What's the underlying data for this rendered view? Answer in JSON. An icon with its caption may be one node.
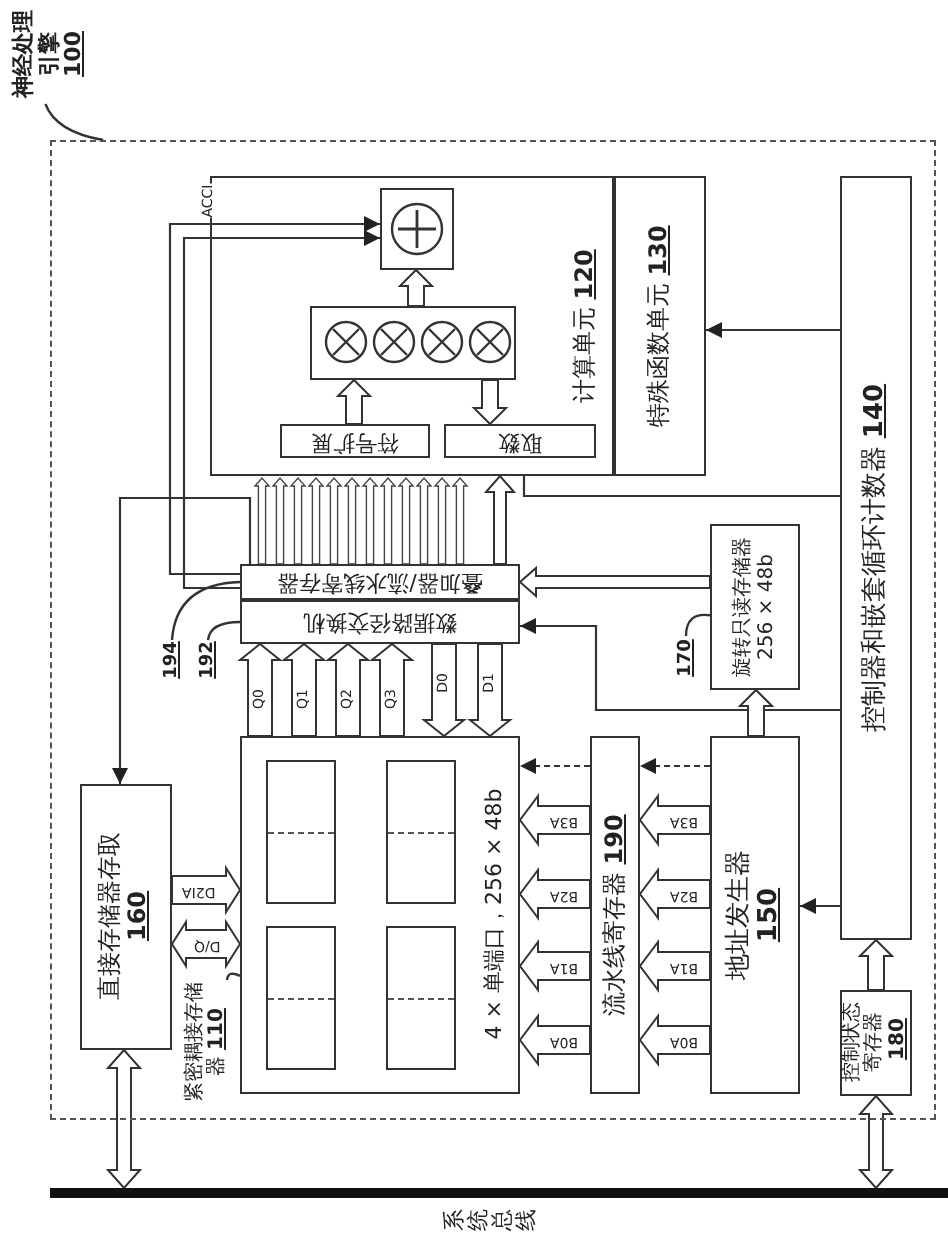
{
  "diagram": {
    "nodes": [
      {
        "text": [
          "神经处理引擎",
          "100"
        ]
      },
      {
        "text": [],
        "shape": "box"
      },
      {
        "text": [
          "计算单元",
          "120"
        ],
        "in": 1
      },
      {
        "text": [],
        "shape": "box",
        "in": 2
      },
      {
        "text": [],
        "shape": "box",
        "in": 2
      },
      {
        "text": [
          "符号扩展"
        ],
        "in": 2
      },
      {
        "text": [
          "取数"
        ],
        "in": 2
      },
      {
        "text": [
          "特殊函数单元",
          "130"
        ],
        "in": 1
      },
      {
        "text": [
          "控制器和嵌套循环计数器",
          "140"
        ],
        "in": 1
      },
      {
        "text": [
          "叠加器/流水线寄存器"
        ],
        "in": 1
      },
      {
        "text": [
          "数据路径交换机"
        ],
        "in": 1
      },
      {
        "text": [
          "旋转只读存储器",
          "256 × 48b"
        ],
        "in": 1
      },
      {
        "text": [
          "194"
        ],
        "in": 1
      },
      {
        "text": [
          "192"
        ],
        "in": 1
      },
      {
        "text": [
          "170"
        ],
        "in": 1
      },
      {
        "text": [
          "流水线寄存器",
          "190"
        ],
        "in": 1
      },
      {
        "text": [
          "地址发生器",
          "150"
        ],
        "in": 1
      },
      {
        "text": [
          "4 × 单端口，256 × 48b"
        ],
        "in": 1
      },
      {
        "text": [],
        "shape": "box",
        "in": 17
      },
      {
        "text": [],
        "shape": "box",
        "in": 17
      },
      {
        "text": [],
        "shape": "box",
        "in": 17
      },
      {
        "text": [],
        "shape": "box",
        "in": 17
      },
      {
        "text": [
          "直接存储器存取",
          "160"
        ],
        "in": 1
      },
      {
        "text": [
          "紧密耦接存储器",
          "110"
        ],
        "in": 1
      },
      {
        "text": [
          "控制状态寄存器",
          "180"
        ],
        "in": 1
      },
      {
        "text": [
          "系统总线"
        ]
      }
    ],
    "edges": [
      {
        "from": 0,
        "to": 1,
        "arrow": "none"
      },
      {
        "from": 4,
        "to": 3,
        "arrow": "to",
        "style": "thick"
      },
      {
        "from": 5,
        "to": 4,
        "arrow": "to",
        "style": "thick"
      },
      {
        "from": 4,
        "to": 6,
        "arrow": "to",
        "style": "thick"
      },
      {
        "from": 9,
        "to": 2,
        "arrow": "to",
        "style": "thick"
      },
      {
        "from": 9,
        "to": 3,
        "arrow": "to"
      },
      {
        "from": 9,
        "to": 3,
        "arrow": "to"
      },
      {
        "from": 9,
        "to": 22,
        "arrow": "to"
      },
      {
        "from": 8,
        "to": 7,
        "arrow": "to"
      },
      {
        "from": 8,
        "to": 2,
        "arrow": "none"
      },
      {
        "from": 8,
        "to": 10,
        "arrow": "to"
      },
      {
        "from": 11,
        "to": 9,
        "arrow": "to",
        "style": "thick"
      },
      {
        "from": 16,
        "to": 11,
        "arrow": "to",
        "style": "thick"
      },
      {
        "from": 8,
        "to": 16,
        "arrow": "to"
      },
      {
        "from": 12,
        "to": 9,
        "arrow": "none"
      },
      {
        "from": 13,
        "to": 10,
        "arrow": "none"
      },
      {
        "from": 14,
        "to": 11,
        "arrow": "none"
      },
      {
        "from": 23,
        "to": 17,
        "arrow": "none"
      },
      {
        "from": 16,
        "to": 15,
        "arrow": "to",
        "style": "thick",
        "label": "B3A"
      },
      {
        "from": 16,
        "to": 15,
        "arrow": "to",
        "style": "thick",
        "label": "B2A"
      },
      {
        "from": 16,
        "to": 15,
        "arrow": "to",
        "style": "thick",
        "label": "B1A"
      },
      {
        "from": 16,
        "to": 15,
        "arrow": "to",
        "style": "thick",
        "label": "B0A"
      },
      {
        "from": 15,
        "to": 17,
        "arrow": "to",
        "style": "thick",
        "label": "B3A"
      },
      {
        "from": 15,
        "to": 17,
        "arrow": "to",
        "style": "thick",
        "label": "B2A"
      },
      {
        "from": 15,
        "to": 17,
        "arrow": "to",
        "style": "thick",
        "label": "B1A"
      },
      {
        "from": 15,
        "to": 17,
        "arrow": "to",
        "style": "thick",
        "label": "B0A"
      },
      {
        "from": 16,
        "to": 15,
        "arrow": "to",
        "style": "dashed"
      },
      {
        "from": 15,
        "to": 17,
        "arrow": "to",
        "style": "dashed"
      },
      {
        "from": 17,
        "to": 10,
        "arrow": "to",
        "style": "thick",
        "label": "Q0"
      },
      {
        "from": 17,
        "to": 10,
        "arrow": "to",
        "style": "thick",
        "label": "Q1"
      },
      {
        "from": 17,
        "to": 10,
        "arrow": "to",
        "style": "thick",
        "label": "Q2"
      },
      {
        "from": 17,
        "to": 10,
        "arrow": "to",
        "style": "thick",
        "label": "Q3"
      },
      {
        "from": 10,
        "to": 17,
        "arrow": "to",
        "style": "thick",
        "label": "D0"
      },
      {
        "from": 10,
        "to": 17,
        "arrow": "to",
        "style": "thick",
        "label": "D1"
      },
      {
        "from": 22,
        "to": 17,
        "arrow": "to",
        "style": "thick",
        "label": "D2IA"
      },
      {
        "from": 22,
        "to": 17,
        "arrow": "both",
        "style": "thick",
        "label": "D/Q"
      },
      {
        "from": 24,
        "to": 8,
        "arrow": "to",
        "style": "thick"
      },
      {
        "from": 22,
        "to": 25,
        "arrow": "both",
        "style": "thick"
      },
      {
        "from": 24,
        "to": 25,
        "arrow": "both",
        "style": "thick"
      }
    ],
    "labels": [
      "ACCI"
    ]
  }
}
